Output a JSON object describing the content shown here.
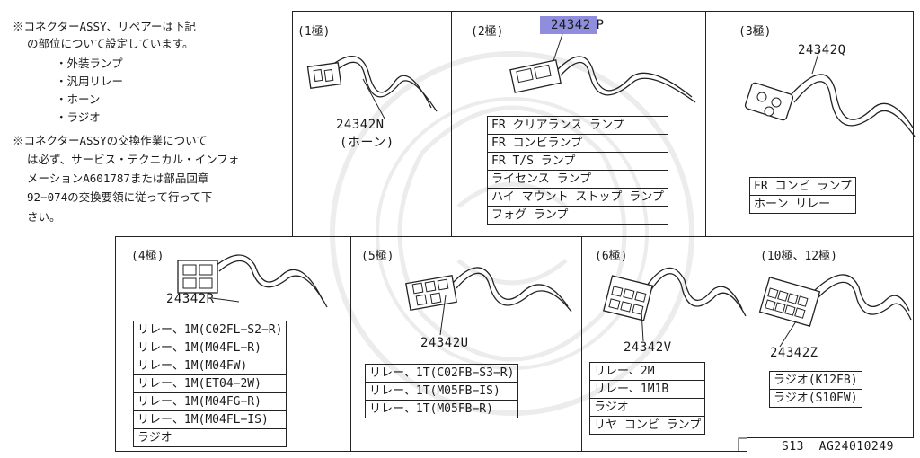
{
  "notes": {
    "note1_line1": "※コネクターASSY、リペアーは下記",
    "note1_line2": "の部位について設定しています。",
    "bullets": [
      "・外装ランプ",
      "・汎用リレー",
      "・ホーン",
      "・ラジオ"
    ],
    "note2_lines": [
      "※コネクターASSYの交換作業について",
      "は必ず、サービス・テクニカル・インフォ",
      "メーションA601787または部品回章",
      "92−074の交換要領に従って行って下",
      "さい。"
    ]
  },
  "panels": [
    {
      "title": "(1極)",
      "part": "24342N",
      "sub": "(ホーン)",
      "rows": []
    },
    {
      "title": "(2極)",
      "part_highlight": "24342",
      "part_rest": "P",
      "rows": [
        "FR クリアランス ランプ",
        "FR コンビランプ",
        "FR T/S ランプ",
        "ライセンス ランプ",
        "ハイ マウント ストップ ランプ",
        "フォグ ランプ"
      ]
    },
    {
      "title": "(3極)",
      "part": "24342Q",
      "rows": [
        "FR コンビ ランプ",
        "ホーン リレー"
      ]
    },
    {
      "title": "(4極)",
      "part": "24342R",
      "rows": [
        "リレー、1M(C02FL−S2−R)",
        "リレー、1M(M04FL−R)",
        "リレー、1M(M04FW)",
        "リレー、1M(ET04−2W)",
        "リレー、1M(M04FG−R)",
        "リレー、1M(M04FL−IS)",
        "ラジオ"
      ]
    },
    {
      "title": "(5極)",
      "part": "24342U",
      "rows": [
        "リレー、1T(C02FB−S3−R)",
        "リレー、1T(M05FB−IS)",
        "リレー、1T(M05FB−R)"
      ]
    },
    {
      "title": "(6極)",
      "part": "24342V",
      "rows": [
        "リレー、2M",
        "リレー、1M1B",
        "ラジオ",
        "リヤ コンビ ランプ"
      ]
    },
    {
      "title": "(10極、12極)",
      "part": "24342Z",
      "rows": [
        "ラジオ(K12FB)",
        "ラジオ(S10FW)"
      ]
    }
  ],
  "footer": {
    "code": "S13  AG24010249"
  },
  "colors": {
    "highlight": "#8e8edc",
    "line": "#222222"
  }
}
